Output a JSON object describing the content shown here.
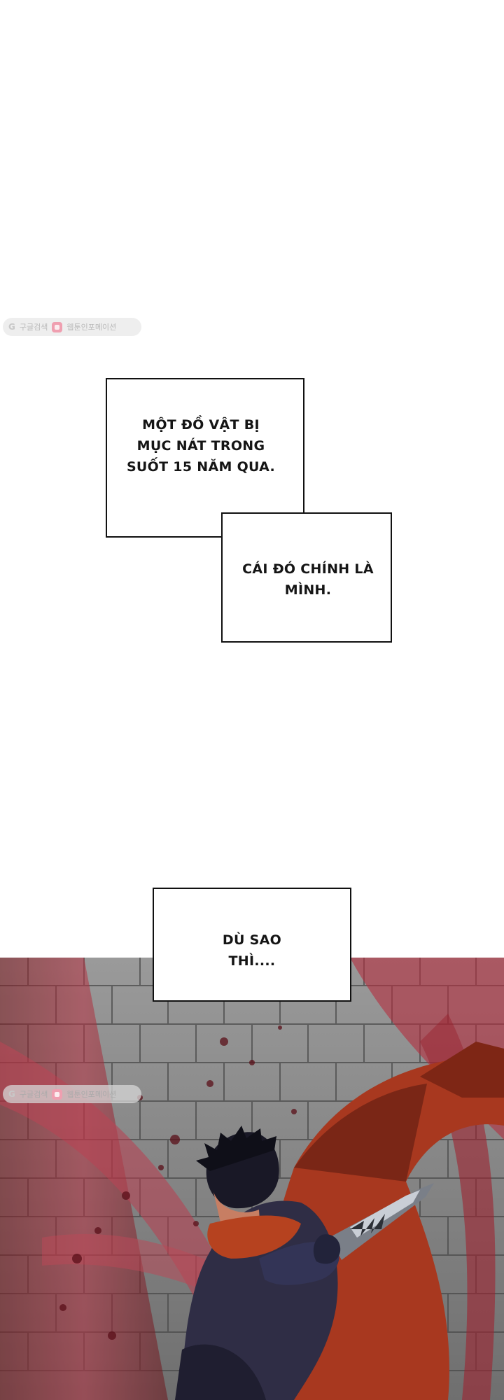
{
  "watermarks": [
    {
      "google": "G",
      "label1": "구글검색",
      "label2": "웹툰인포메이션"
    },
    {
      "google": "G",
      "label1": "구글검색",
      "label2": "웹툰인포메이션"
    }
  ],
  "caption_1": "MỘT ĐỒ VẬT BỊ\nMỤC NÁT TRONG\nSUỐT 15 NĂM QUA.",
  "caption_2": "CÁI ĐÓ CHÍNH LÀ\nMÌNH.",
  "caption_3": "DÙ SAO\nTHÌ....",
  "colors": {
    "background": "#ffffff",
    "box_border": "#111111",
    "blood_red": "#b0263a",
    "cloak": "#a8381f",
    "wall": "#8f8f8f"
  }
}
